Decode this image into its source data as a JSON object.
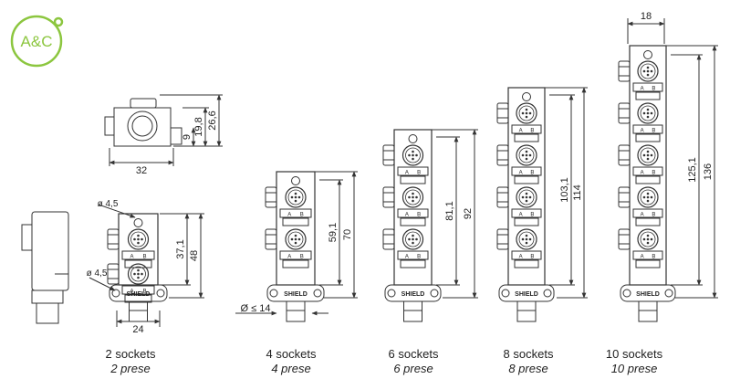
{
  "logo": {
    "text": "A&C",
    "color": "#8cc63f"
  },
  "line_color": "#333333",
  "dimensions": {
    "top_width": "32",
    "top_h1": "19,8",
    "top_h2": "26,6",
    "top_h3": "9",
    "d1": "ø 4,5",
    "d2": "ø 4,5",
    "w2": "24",
    "h2_a": "37,1",
    "h2_b": "48",
    "h4_a": "59,1",
    "h4_b": "70",
    "cable": "Ø ≤ 14",
    "h6_a": "81,1",
    "h6_b": "92",
    "h8_a": "103,1",
    "h8_b": "114",
    "w10": "18",
    "h10_a": "125,1",
    "h10_b": "136"
  },
  "brand": "SHIELD",
  "socket_letters": [
    "A",
    "B"
  ],
  "models": [
    {
      "label": "2 sockets",
      "label_it": "2 prese"
    },
    {
      "label": "4 sockets",
      "label_it": "4 prese"
    },
    {
      "label": "6 sockets",
      "label_it": "6 prese"
    },
    {
      "label": "8 sockets",
      "label_it": "8 prese"
    },
    {
      "label": "10 sockets",
      "label_it": "10 prese"
    }
  ]
}
